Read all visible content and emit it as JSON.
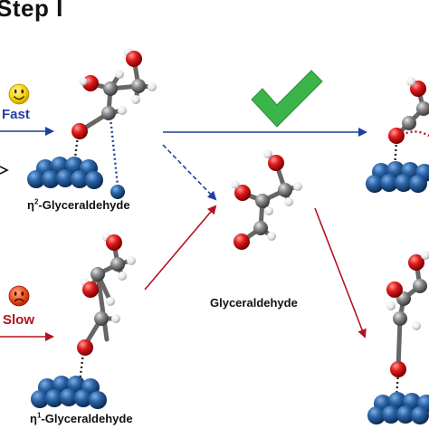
{
  "title": "Step I",
  "fast_path": {
    "label": "Fast",
    "emoji": "happy-face-icon",
    "species_prefix": "η",
    "species_sup": "2",
    "species_name": "-Glyceraldehyde",
    "status_icon": "checkmark-icon"
  },
  "slow_path": {
    "label": "Slow",
    "emoji": "sad-face-icon",
    "species_prefix": "η",
    "species_sup": "1",
    "species_name": "-Glyceraldehyde"
  },
  "center": {
    "label": "Glyceraldehyde"
  },
  "colors": {
    "fast_arrow": "#1f3f9f",
    "slow_arrow": "#b3121f",
    "checkmark": "#3bb54a",
    "surface_atom": "#1d4f8a",
    "oxygen": "#d81f1f",
    "carbon": "#7a7a7a",
    "hydrogen": "#f2f2f2"
  }
}
